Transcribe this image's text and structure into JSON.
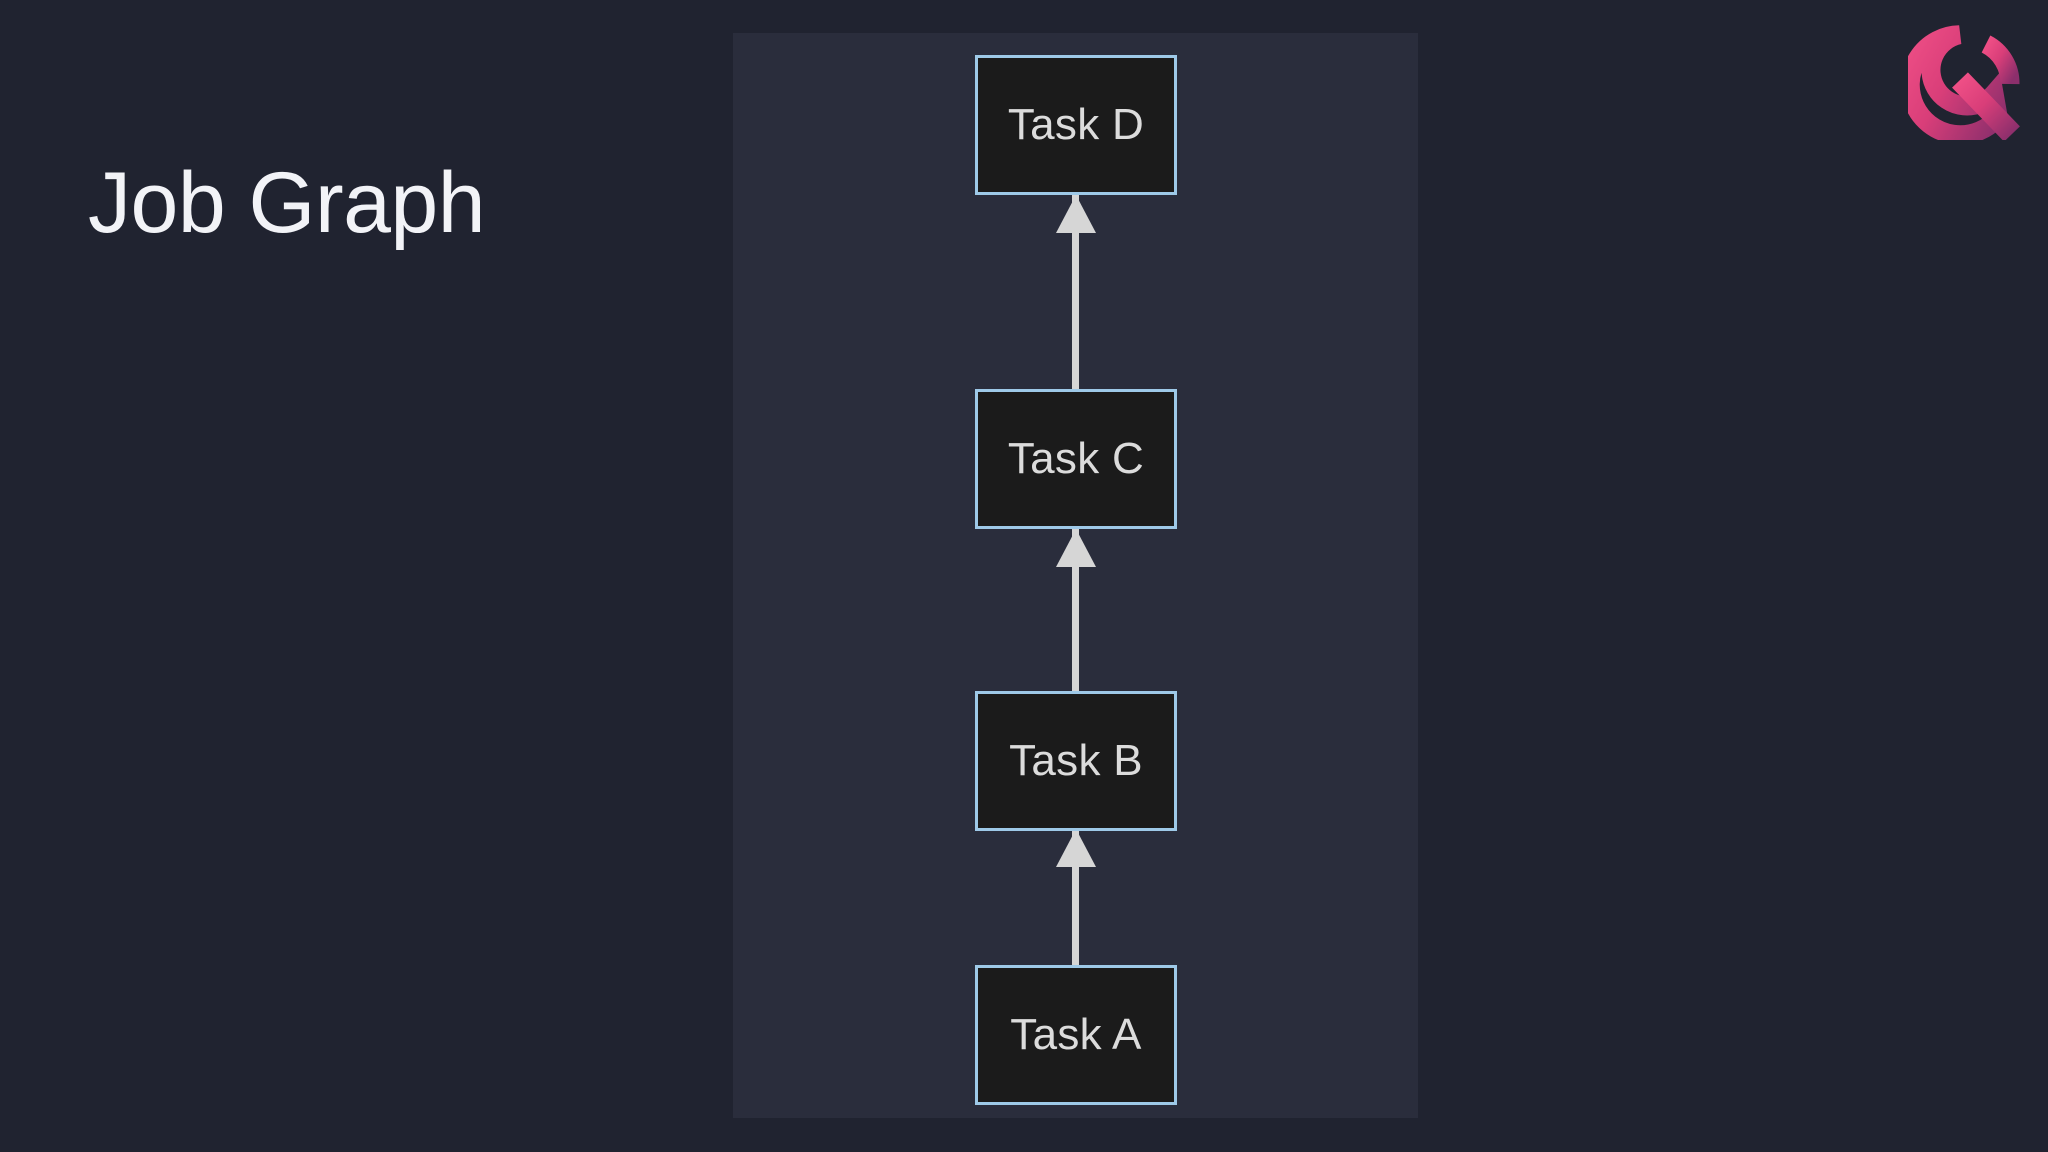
{
  "page": {
    "title": "Job Graph",
    "background_color": "#202330"
  },
  "brand": {
    "logo_name": "quix-q-logo",
    "gradient_start": "#e8457a",
    "gradient_end": "#8e2f6b"
  },
  "graph_panel": {
    "background_color": "#2a2d3c",
    "node_fill": "#1b1b1b",
    "node_border": "#9ec9e8",
    "node_text_color": "#dcdcdc",
    "edge_color": "#d6d6d6"
  },
  "chart_data": {
    "type": "diagram",
    "title": "Job Graph",
    "layout": "vertical-chain-bottom-up",
    "nodes": [
      {
        "id": "A",
        "label": "Task A"
      },
      {
        "id": "B",
        "label": "Task B"
      },
      {
        "id": "C",
        "label": "Task C"
      },
      {
        "id": "D",
        "label": "Task D"
      }
    ],
    "edges": [
      {
        "from": "A",
        "to": "B",
        "arrow": "up"
      },
      {
        "from": "B",
        "to": "C",
        "arrow": "up"
      },
      {
        "from": "C",
        "to": "D",
        "arrow": "up"
      }
    ]
  }
}
